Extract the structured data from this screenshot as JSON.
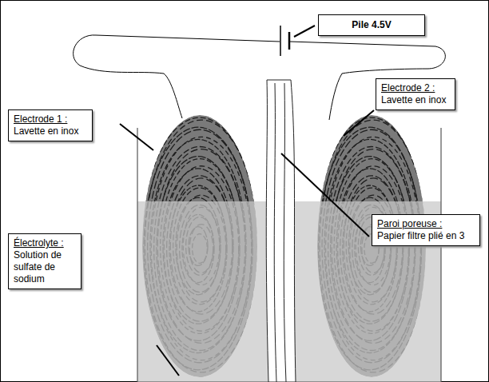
{
  "diagram": {
    "nodes": [
      {
        "text": [
          "Pile 4.5V"
        ]
      },
      {
        "text": [
          "Electrode 2 :",
          "Lavette en inox"
        ]
      },
      {
        "text": [
          "Electrode 1 :",
          "Lavette en inox"
        ]
      },
      {
        "text": [
          "Paroi poreuse :",
          "Papier filtre plié en 3"
        ]
      },
      {
        "text": [
          "Électrolyte :",
          "Solution de sulfate de sodium"
        ]
      }
    ]
  }
}
